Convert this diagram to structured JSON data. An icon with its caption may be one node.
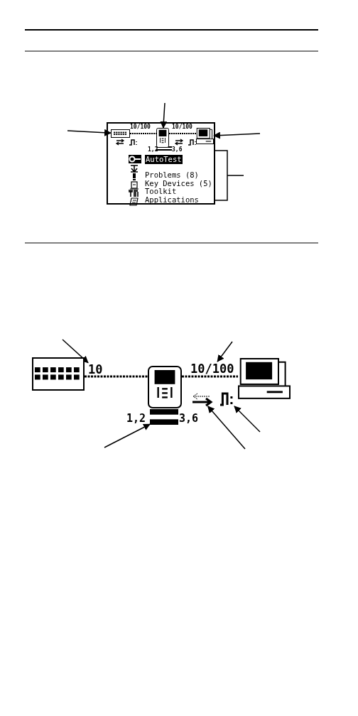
{
  "diagram": {
    "nodes": [
      {
        "text": [
          "AutoTest",
          "Problems (8)",
          "Key Devices (5)",
          "Toolkit",
          "Applications"
        ]
      },
      {
        "text": [],
        "shape": "picture",
        "in": 0
      },
      {
        "text": [],
        "shape": "picture",
        "in": 0
      },
      {
        "text": [],
        "shape": "picture",
        "in": 0
      },
      {
        "text": [],
        "shape": "picture"
      },
      {
        "text": [],
        "shape": "picture"
      },
      {
        "text": [],
        "shape": "picture"
      },
      {
        "text": [
          "10"
        ]
      },
      {
        "text": [
          "10/100"
        ]
      },
      {
        "text": [],
        "shape": "bar"
      },
      {
        "text": [],
        "shape": "picture"
      },
      {
        "text": [],
        "shape": "picture"
      }
    ],
    "edges": [
      {
        "from": null,
        "to": 2,
        "arrow": "to"
      },
      {
        "from": null,
        "to": 1,
        "arrow": "to"
      },
      {
        "from": null,
        "to": 3,
        "arrow": "to"
      },
      {
        "from": 1,
        "to": 2,
        "arrow": "none",
        "style": "dashed"
      },
      {
        "from": 2,
        "to": 3,
        "arrow": "none",
        "style": "dashed"
      },
      {
        "from": 4,
        "to": 5,
        "arrow": "none",
        "style": "dashed"
      },
      {
        "from": 5,
        "to": 6,
        "arrow": "none",
        "style": "dashed"
      },
      {
        "from": null,
        "to": 7,
        "arrow": "to"
      },
      {
        "from": null,
        "to": 8,
        "arrow": "to"
      },
      {
        "from": null,
        "to": 9,
        "arrow": "to"
      },
      {
        "from": null,
        "to": 10,
        "arrow": "to"
      },
      {
        "from": null,
        "to": 11,
        "arrow": "to"
      }
    ],
    "labels": [
      "10/100",
      "10/100",
      "1,2",
      "3,6",
      "1,2",
      "3,6"
    ]
  }
}
